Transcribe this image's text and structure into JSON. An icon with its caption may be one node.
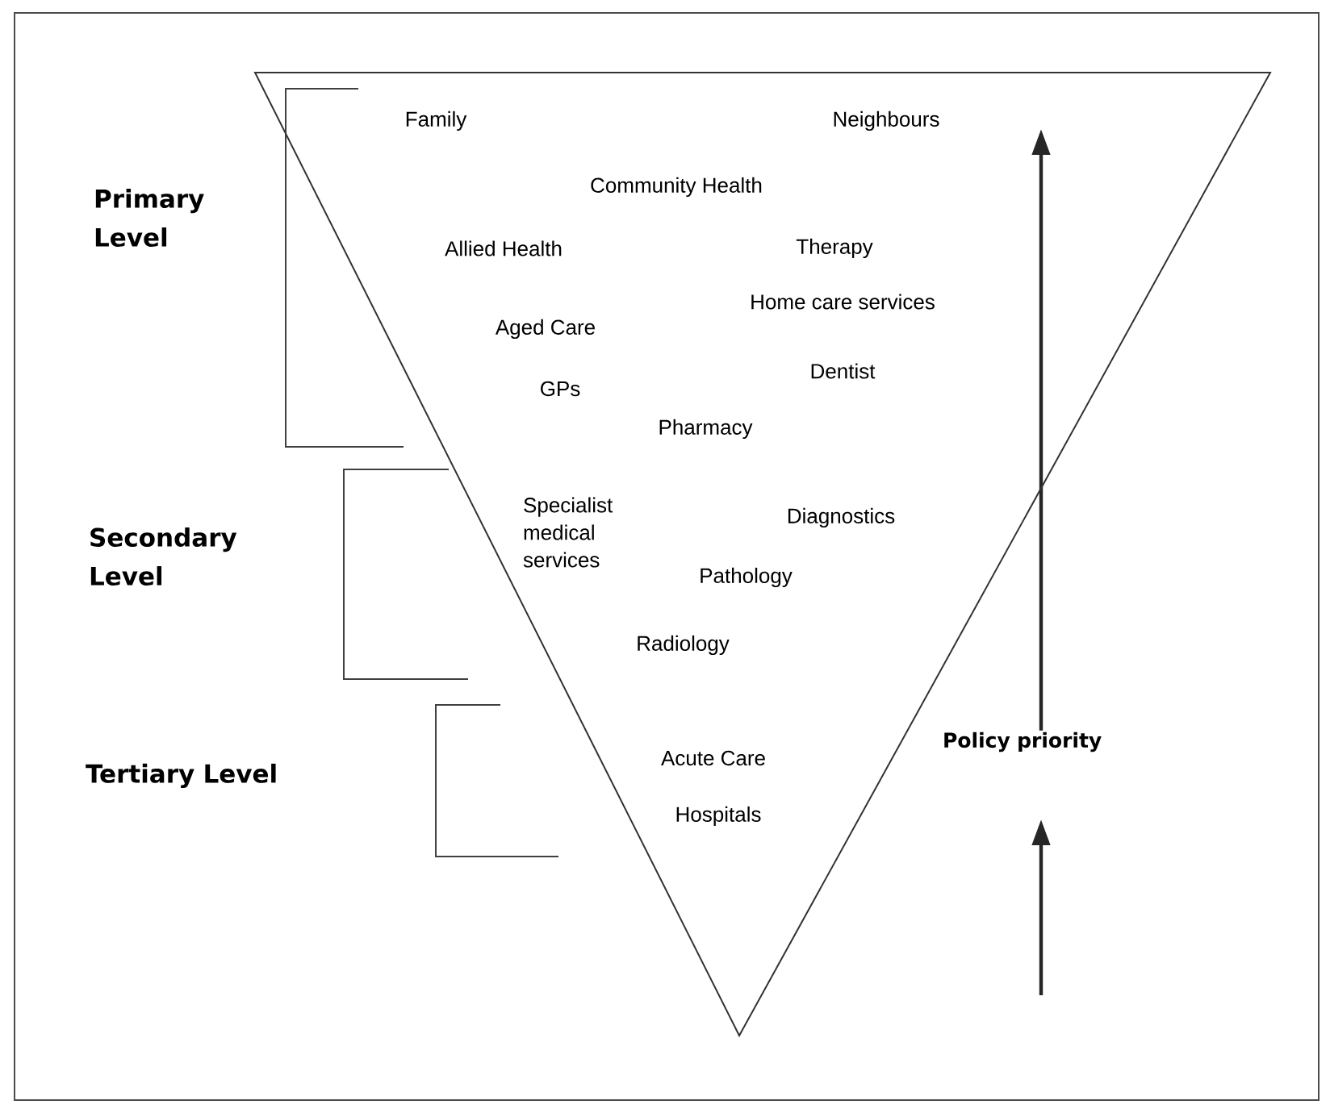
{
  "diagram": {
    "nodes": [
      {
        "text": [
          "Family",
          "Neighbours",
          "Community Health",
          "Allied Health",
          "Therapy",
          "Home care services",
          "Aged Care",
          "Dentist",
          "GPs",
          "Pharmacy",
          "Specialist medical services",
          "Diagnostics",
          "Pathology",
          "Radiology",
          "Acute Care",
          "Hospitals"
        ]
      }
    ],
    "edges": [],
    "labels": [
      "Primary Level",
      "Secondary Level",
      "Tertiary Level",
      "Policy priority"
    ]
  }
}
